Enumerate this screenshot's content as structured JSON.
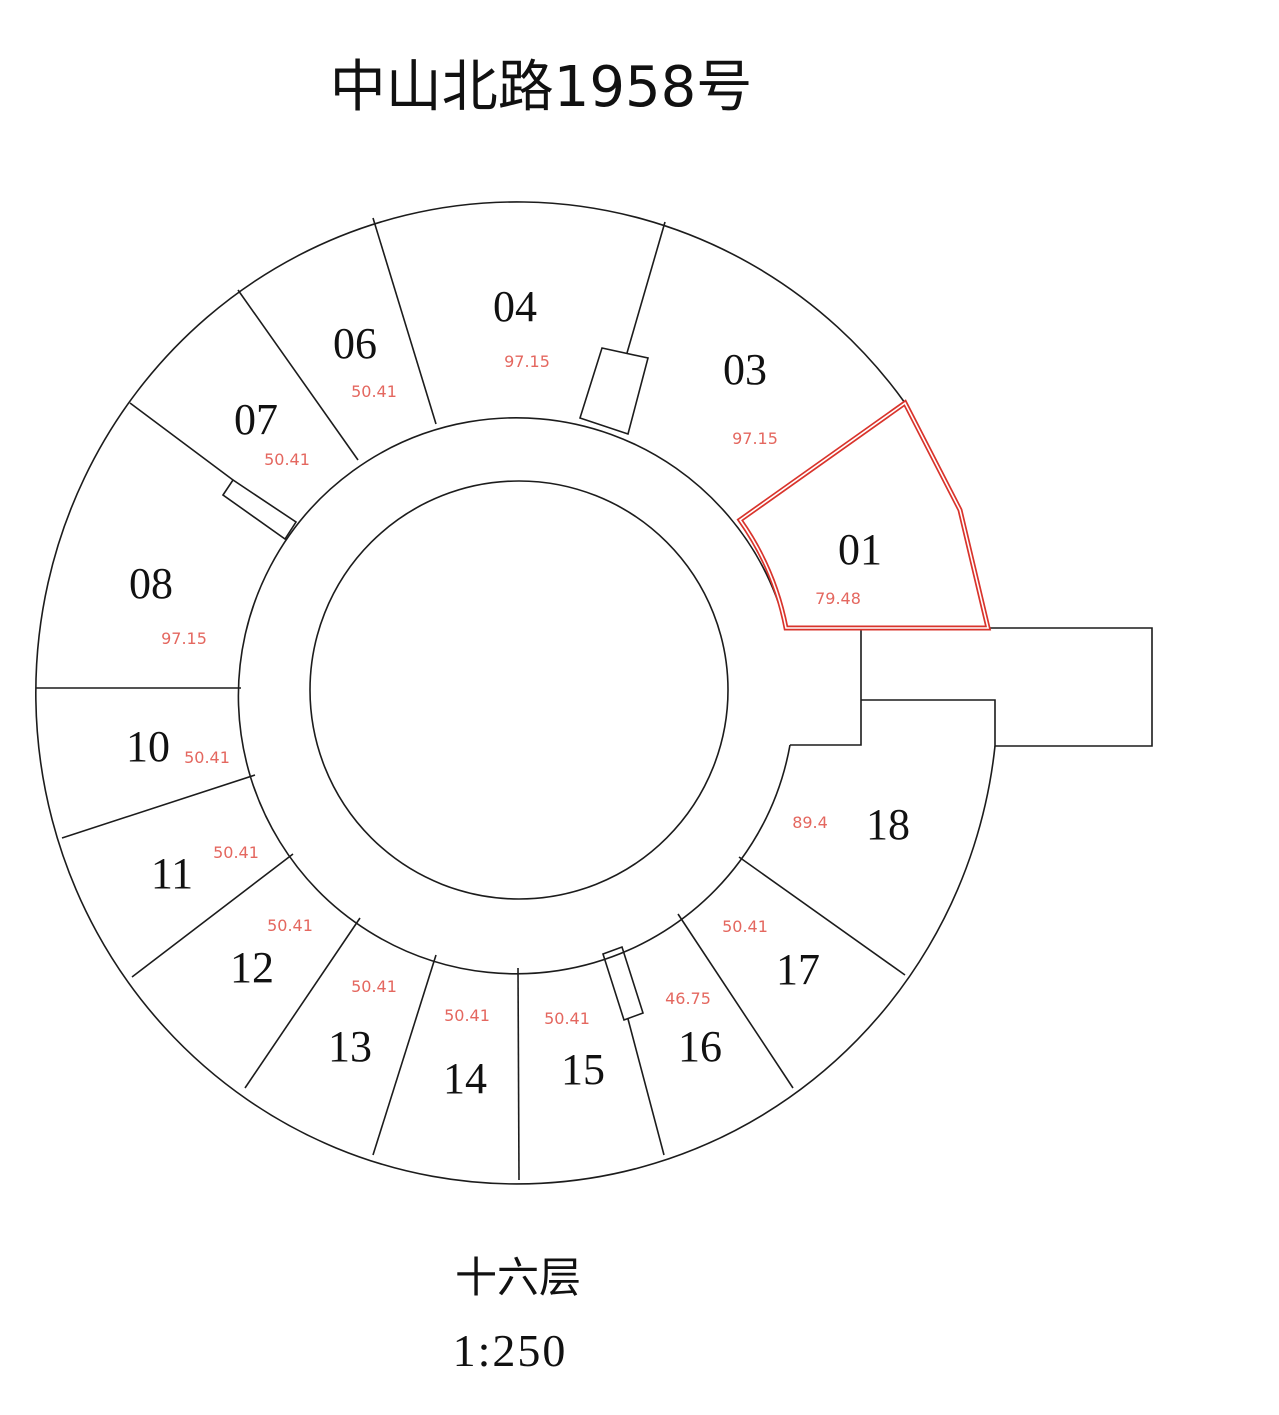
{
  "title": "中山北路1958号",
  "floor": "十六层",
  "scale": "1:250",
  "colors": {
    "line": "#1c1c1c",
    "area_text": "#e4675f",
    "highlight": "#d9342c",
    "background": "#ffffff"
  },
  "rooms": [
    {
      "number": "01",
      "area": "79.48",
      "highlighted": true
    },
    {
      "number": "03",
      "area": "97.15"
    },
    {
      "number": "04",
      "area": "97.15"
    },
    {
      "number": "06",
      "area": "50.41"
    },
    {
      "number": "07",
      "area": "50.41"
    },
    {
      "number": "08",
      "area": "97.15"
    },
    {
      "number": "10",
      "area": "50.41"
    },
    {
      "number": "11",
      "area": "50.41"
    },
    {
      "number": "12",
      "area": "50.41"
    },
    {
      "number": "13",
      "area": "50.41"
    },
    {
      "number": "14",
      "area": "50.41"
    },
    {
      "number": "15",
      "area": "50.41"
    },
    {
      "number": "16",
      "area": "46.75"
    },
    {
      "number": "17",
      "area": "50.41"
    },
    {
      "number": "18",
      "area": "89.4"
    }
  ]
}
